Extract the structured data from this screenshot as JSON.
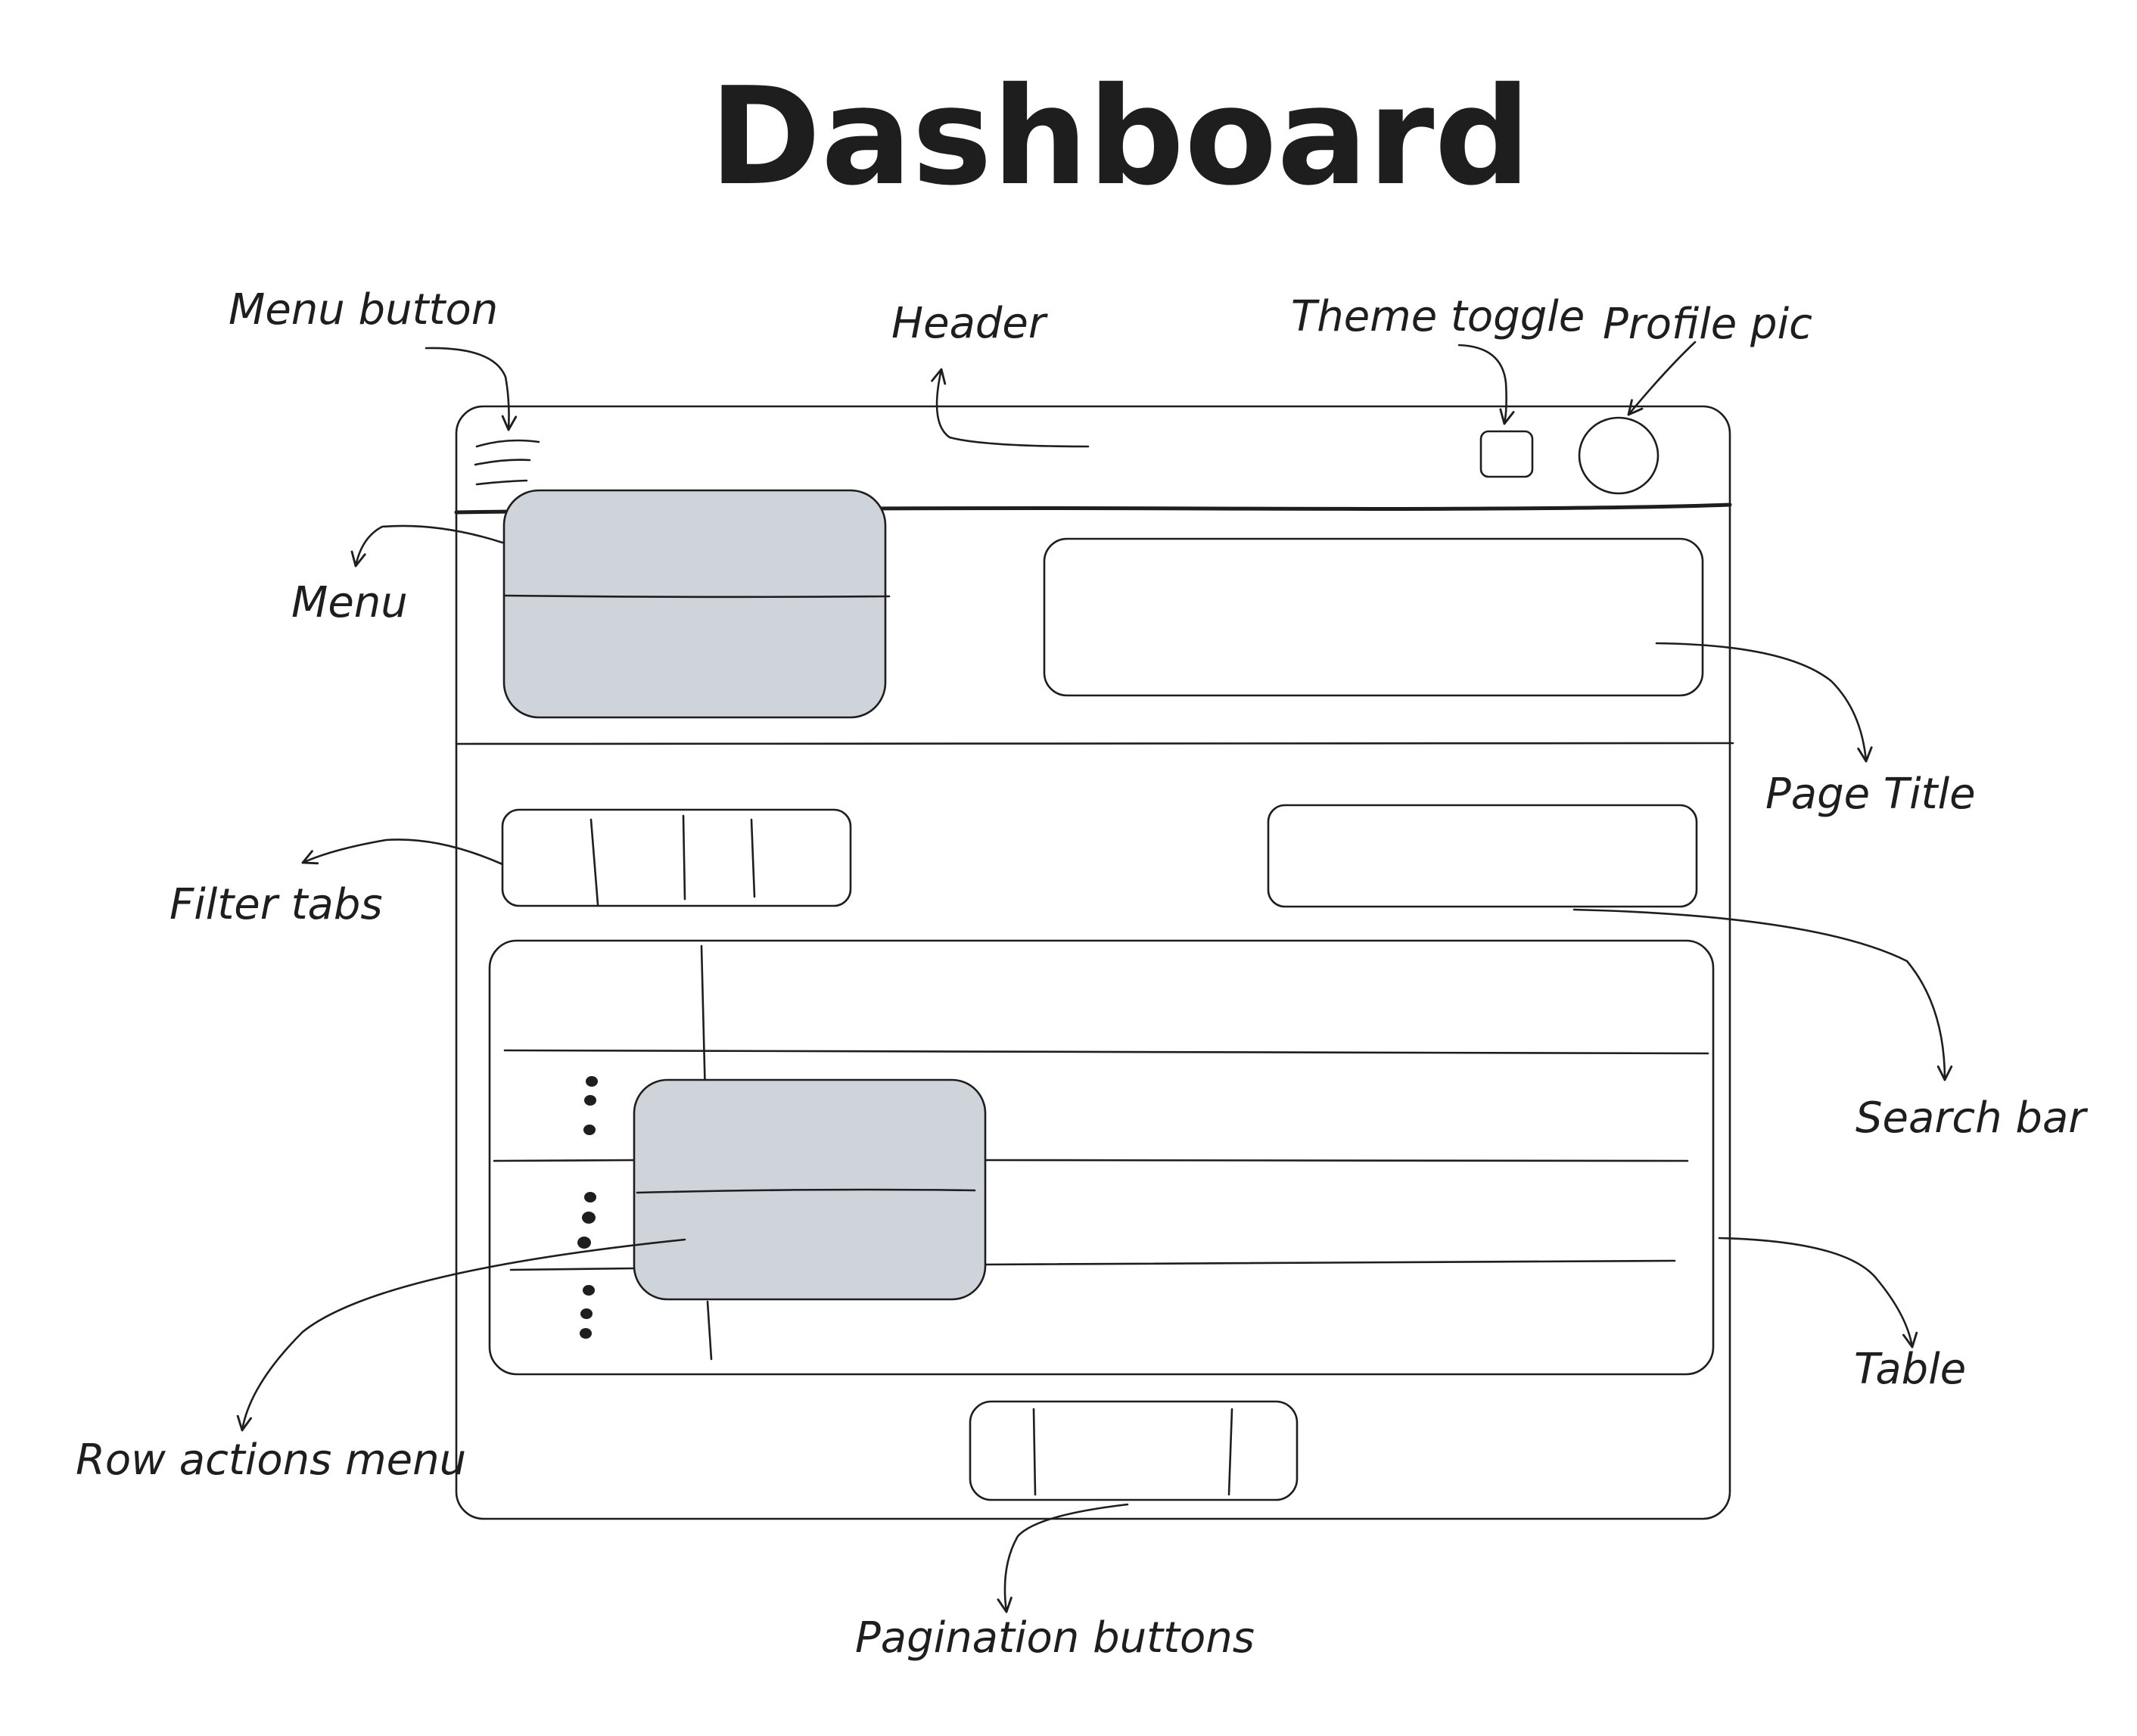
{
  "title": "Dashboard",
  "labels": {
    "menu_button": "Menu button",
    "header": "Header",
    "theme_toggle": "Theme toggle",
    "profile_pic": "Profile pic",
    "menu": "Menu",
    "page_title": "Page Title",
    "filter_tabs": "Filter tabs",
    "search_bar": "Search bar",
    "table": "Table",
    "row_actions_menu": "Row actions menu",
    "pagination_buttons": "Pagination buttons"
  },
  "colors": {
    "stroke": "#1e1e1e",
    "overlay_fill": "#ced4da",
    "background": "#ffffff"
  },
  "icons": {
    "menu_button": "hamburger-icon",
    "theme_toggle": "square-toggle-icon",
    "profile_pic": "circle-avatar-icon",
    "row_actions": "vertical-dots-icon"
  }
}
